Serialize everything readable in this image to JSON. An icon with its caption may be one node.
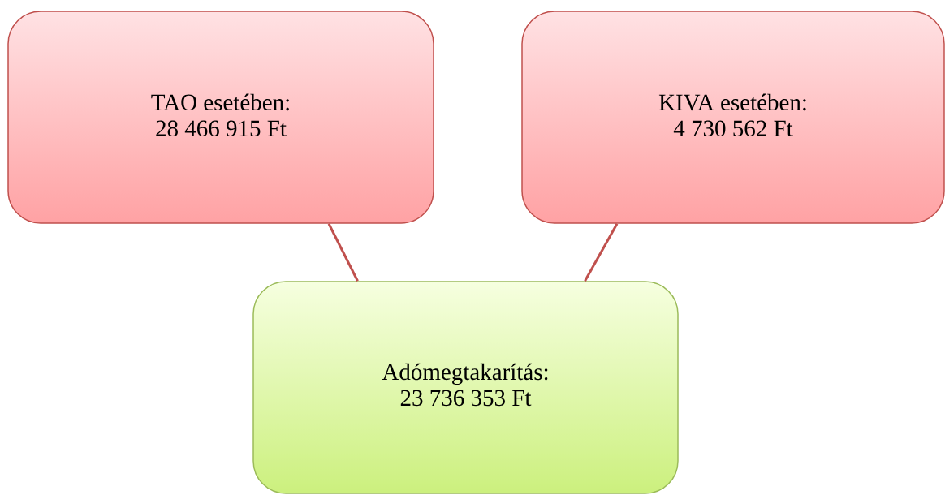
{
  "diagram": {
    "nodes": [
      {
        "text": [
          "TAO esetében:",
          "28 466 915 Ft"
        ]
      },
      {
        "text": [
          "KIVA esetében:",
          "4 730 562 Ft"
        ]
      },
      {
        "text": [
          "Adómegtakarítás:",
          "23 736 353 Ft"
        ]
      }
    ],
    "edges": [
      {
        "from": 0,
        "to": 2,
        "arrow": "none"
      },
      {
        "from": 1,
        "to": 2,
        "arrow": "none"
      }
    ]
  }
}
